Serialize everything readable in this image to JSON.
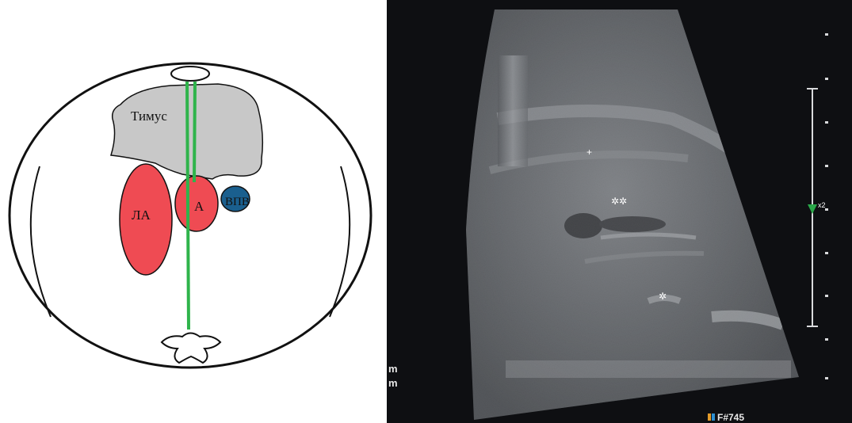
{
  "diagram": {
    "labels": {
      "thymus": "Тимус",
      "pulmonary_artery": "ЛА",
      "aorta": "А",
      "svc": "ВПВ"
    },
    "colors": {
      "thymus": "#c8c8c8",
      "pulmonary_artery": "#ef4b53",
      "aorta": "#ef4b53",
      "svc": "#1a5f8e",
      "sight_line": "#2fb44b",
      "outline": "#111111"
    }
  },
  "ultrasound": {
    "frame_label": "F#745",
    "left_edge_text": [
      "m",
      "m"
    ],
    "scale_marker": "x2",
    "colors": {
      "background": "#0e0f12",
      "scale_marker": "#2aa84a"
    }
  }
}
